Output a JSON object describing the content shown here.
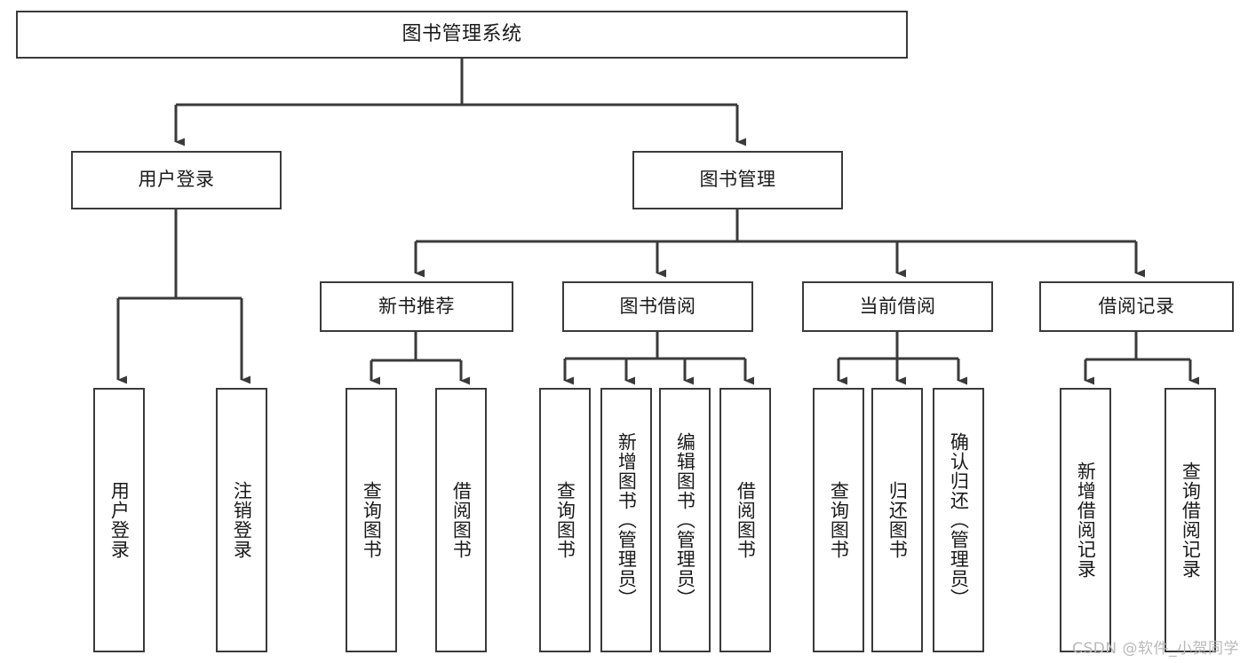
{
  "diagram": {
    "title": "图书管理系统",
    "type": "tree-hierarchy-chart",
    "root": {
      "label": "图书管理系统",
      "orientation": "horizontal"
    },
    "level2": [
      {
        "label": "用户登录",
        "orientation": "horizontal"
      },
      {
        "label": "图书管理",
        "orientation": "horizontal"
      }
    ],
    "level3": [
      {
        "label": "新书推荐",
        "orientation": "horizontal"
      },
      {
        "label": "图书借阅",
        "orientation": "horizontal"
      },
      {
        "label": "当前借阅",
        "orientation": "horizontal"
      },
      {
        "label": "借阅记录",
        "orientation": "horizontal"
      }
    ],
    "leaves": {
      "user_login": [
        {
          "label": "用户登录",
          "orientation": "vertical"
        },
        {
          "label": "注销登录",
          "orientation": "vertical"
        }
      ],
      "new_book_recommend": [
        {
          "label": "查询图书",
          "orientation": "vertical"
        },
        {
          "label": "借阅图书",
          "orientation": "vertical"
        }
      ],
      "book_borrow": [
        {
          "label": "查询图书",
          "orientation": "vertical"
        },
        {
          "label": "新增图书（管理员）",
          "orientation": "vertical"
        },
        {
          "label": "编辑图书（管理员）",
          "orientation": "vertical"
        },
        {
          "label": "借阅图书",
          "orientation": "vertical"
        }
      ],
      "current_borrow": [
        {
          "label": "查询图书",
          "orientation": "vertical"
        },
        {
          "label": "归还图书",
          "orientation": "vertical"
        },
        {
          "label": "确认归还（管理员）",
          "orientation": "vertical"
        }
      ],
      "borrow_record": [
        {
          "label": "新增借阅记录",
          "orientation": "vertical"
        },
        {
          "label": "查询借阅记录",
          "orientation": "vertical"
        }
      ]
    },
    "colors": {
      "border": "#3a3a3a",
      "connector": "#3a3a3a",
      "background": "#ffffff",
      "text": "#1a1a1a",
      "watermark": "#b9b9b9"
    }
  },
  "watermark": {
    "text": "CSDN @软件_小贺同学"
  }
}
